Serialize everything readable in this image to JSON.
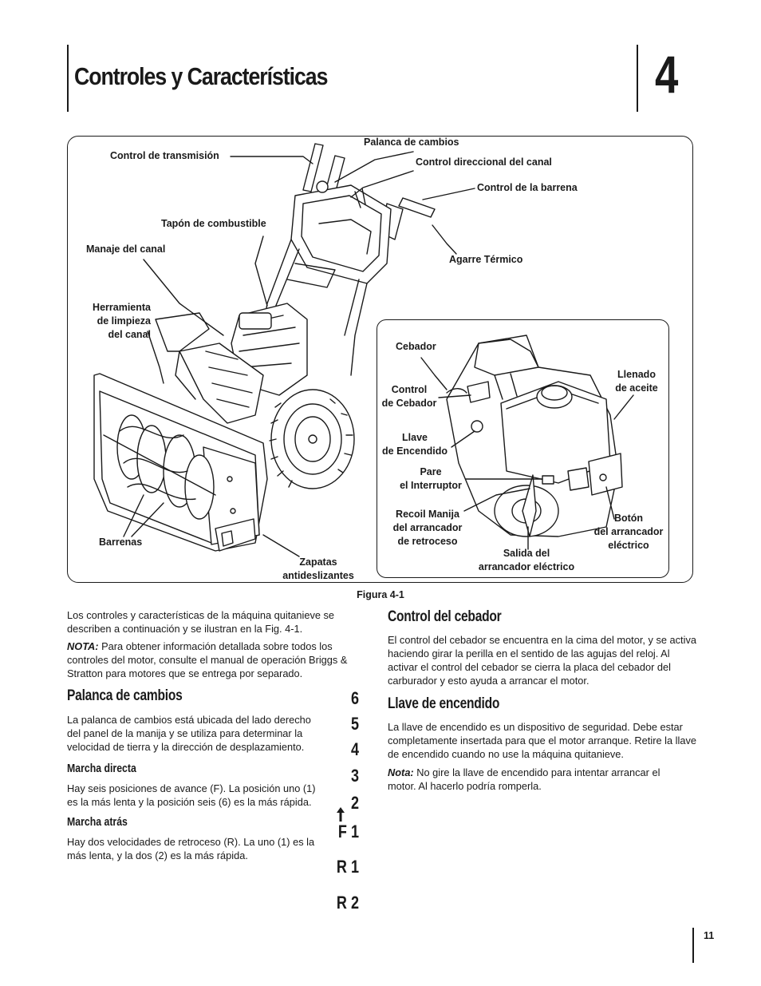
{
  "header": {
    "title": "Controles y Características",
    "chapter_number": "4"
  },
  "figure": {
    "caption": "Figura 4-1",
    "labels": {
      "control_transmision": "Control de transmisión",
      "palanca_cambios": "Palanca de cambios",
      "control_direccional": "Control direccional del canal",
      "control_barrena": "Control de la barrena",
      "tapon_combustible": "Tapón de combustible",
      "manaje_canal": "Manaje del canal",
      "agarre_termico": "Agarre Térmico",
      "herramienta_limpieza": [
        "Herramienta",
        "de limpieza",
        "del canal"
      ],
      "barrenas": "Barrenas",
      "zapatas": [
        "Zapatas",
        "antideslizantes"
      ]
    },
    "engine_labels": {
      "cebador": "Cebador",
      "control_cebador": [
        "Control",
        "de Cebador"
      ],
      "llave_encendido": [
        "Llave",
        "de Encendido"
      ],
      "pare_interruptor": [
        "Pare",
        "el Interruptor"
      ],
      "recoil_manija": [
        "Recoil Manija",
        "del arrancador",
        "de retroceso"
      ],
      "salida_arrancador": [
        "Salida del",
        "arrancador eléctrico"
      ],
      "llenado_aceite": [
        "Llenado",
        "de aceite"
      ],
      "boton_arrancador": [
        "Botón",
        "del arrancador",
        "eléctrico"
      ]
    }
  },
  "left_column": {
    "intro": "Los controles y características de la máquina quitanieve se describen a continuación y se ilustran en la Fig. 4-1.",
    "note_label": "NOTA:",
    "note_text": " Para obtener información detallada sobre todos los controles del motor, consulte el manual de operación Briggs & Stratton para motores que se entrega por separado.",
    "palanca_heading": "Palanca de cambios",
    "palanca_text": "La palanca de cambios está ubicada del lado derecho del panel de la manija y se utiliza para determinar la velocidad de tierra y la dirección de desplazamiento.",
    "marcha_directa_heading": "Marcha directa",
    "marcha_directa_text": "Hay seis posiciones de avance (F). La posición uno (1) es la más lenta y la posición seis (6) es la más rápida.",
    "marcha_atras_heading": "Marcha atrás",
    "marcha_atras_text": "Hay dos velocidades de retroceso (R). La uno (1) es la más lenta, y la dos (2) es la más rápida."
  },
  "gears": [
    "6",
    "5",
    "4",
    "3",
    "2",
    "F 1",
    "R 1",
    "R 2"
  ],
  "right_column": {
    "cebador_heading": "Control del cebador",
    "cebador_text": "El control del cebador se encuentra en la cima del motor, y se activa haciendo girar la perilla en el sentido de las agujas del reloj. Al activar el control del cebador se cierra la placa del cebador del carburador y esto ayuda a arrancar el motor.",
    "llave_heading": "Llave de encendido",
    "llave_text": "La llave de encendido es un dispositivo de seguridad. Debe estar completamente insertada para que el motor arranque. Retire la llave de encendido cuando no use la máquina quitanieve.",
    "llave_note_label": "Nota:",
    "llave_note_text": " No gire la llave de encendido para intentar arrancar el motor. Al hacerlo podría romperla."
  },
  "footer": {
    "page_number": "11"
  }
}
